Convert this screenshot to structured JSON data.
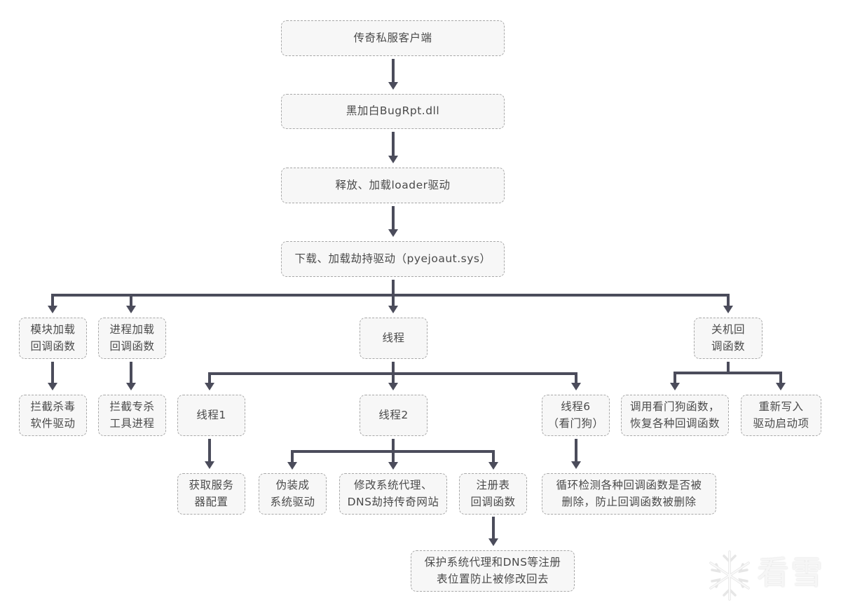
{
  "nodes": {
    "client": "传奇私服客户端",
    "dll": "黑加白BugRpt.dll",
    "loader": "释放、加载loader驱动",
    "hijack_driver": "下载、加载劫持驱动（pyejoaut.sys）",
    "module_callback": "模块加载\n回调函数",
    "process_callback": "进程加载\n回调函数",
    "thread": "线程",
    "shutdown_callback": "关机回\n调函数",
    "block_antivirus": "拦截杀毒\n软件驱动",
    "block_tools": "拦截专杀\n工具进程",
    "thread1": "线程1",
    "thread2": "线程2",
    "thread6": "线程6\n（看门狗）",
    "call_watchdog": "调用看门狗函数，\n恢复各种回调函数",
    "rewrite_startup": "重新写入\n驱动启动项",
    "get_server_config": "获取服务\n器配置",
    "disguise_driver": "伪装成\n系统驱动",
    "modify_proxy": "修改系统代理、\nDNS劫持传奇网站",
    "registry_callback": "注册表\n回调函数",
    "loop_check": "循环检测各种回调函数是否被\n删除，防止回调函数被删除",
    "protect_registry": "保护系统代理和DNS等注册\n表位置防止被修改回去"
  },
  "watermark": {
    "icon": "snowflake-icon",
    "text": "看雪"
  },
  "colors": {
    "connector": "#4b4c5b",
    "node_fill": "#f7f7f7",
    "node_border": "#a8a8a8",
    "text": "#4a4a4a"
  }
}
